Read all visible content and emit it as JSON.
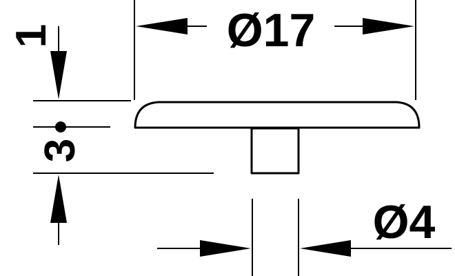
{
  "drawing": {
    "dimensions": {
      "diameter_head": {
        "label": "Ø17"
      },
      "diameter_pin": {
        "label": "Ø4"
      },
      "head_thickness": {
        "label": "1"
      },
      "pin_length": {
        "label": "3"
      }
    },
    "colors": {
      "stroke": "#000000",
      "background": "#ffffff"
    }
  }
}
